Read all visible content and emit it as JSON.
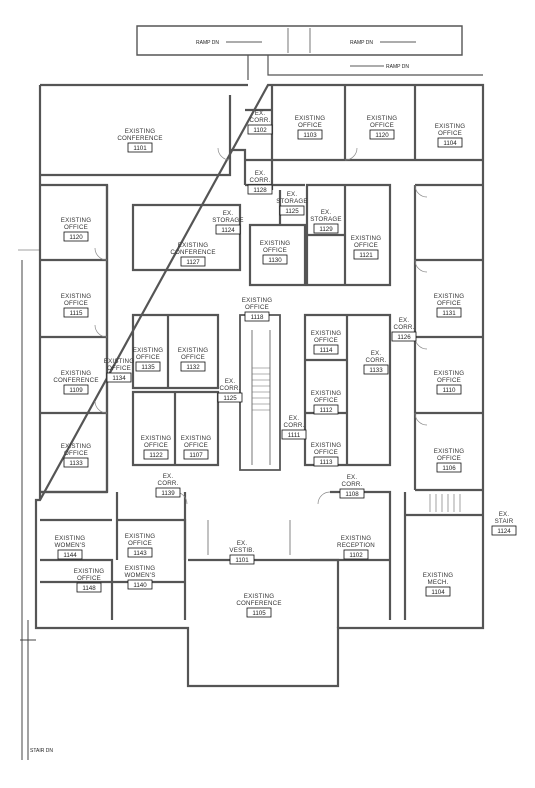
{
  "rooms": [
    {
      "id": "conf-101",
      "name": [
        "EXISTING",
        "CONFERENCE"
      ],
      "number": "1101"
    },
    {
      "id": "corr-102",
      "name": [
        "EX.",
        "CORR."
      ],
      "number": "1102"
    },
    {
      "id": "office-103",
      "name": [
        "EXISTING",
        "OFFICE"
      ],
      "number": "1103"
    },
    {
      "id": "office-120",
      "name": [
        "EXISTING",
        "OFFICE"
      ],
      "number": "1120"
    },
    {
      "id": "office-104",
      "name": [
        "EXISTING",
        "OFFICE"
      ],
      "number": "1104"
    },
    {
      "id": "corr-128",
      "name": [
        "EX.",
        "CORR."
      ],
      "number": "1128"
    },
    {
      "id": "storage-124",
      "name": [
        "EX.",
        "STORAGE"
      ],
      "number": "1124"
    },
    {
      "id": "storage-125",
      "name": [
        "EX.",
        "STORAGE"
      ],
      "number": "1125"
    },
    {
      "id": "conf-127",
      "name": [
        "EXISTING",
        "CONFERENCE"
      ],
      "number": "1127"
    },
    {
      "id": "office-120b",
      "name": [
        "EXISTING",
        "OFFICE"
      ],
      "number": "1120"
    },
    {
      "id": "office-130",
      "name": [
        "EXISTING",
        "OFFICE"
      ],
      "number": "1130"
    },
    {
      "id": "storage-129",
      "name": [
        "EX.",
        "STORAGE"
      ],
      "number": "1129"
    },
    {
      "id": "office-121",
      "name": [
        "EXISTING",
        "OFFICE"
      ],
      "number": "1121"
    },
    {
      "id": "office-118",
      "name": [
        "EXISTING",
        "OFFICE"
      ],
      "number": "1118"
    },
    {
      "id": "office-115",
      "name": [
        "EXISTING",
        "OFFICE"
      ],
      "number": "1115"
    },
    {
      "id": "office-131",
      "name": [
        "EXISTING",
        "OFFICE"
      ],
      "number": "1131"
    },
    {
      "id": "corr-126",
      "name": [
        "EX.",
        "CORR."
      ],
      "number": "1126"
    },
    {
      "id": "office-114",
      "name": [
        "EXISTING",
        "OFFICE"
      ],
      "number": "1114"
    },
    {
      "id": "office-132",
      "name": [
        "EXISTING",
        "OFFICE"
      ],
      "number": "1132"
    },
    {
      "id": "corr-133",
      "name": [
        "EX.",
        "CORR."
      ],
      "number": "1133"
    },
    {
      "id": "office-134",
      "name": [
        "EXISTING",
        "OFFICE"
      ],
      "number": "1134"
    },
    {
      "id": "office-135",
      "name": [
        "EXISTING",
        "OFFICE"
      ],
      "number": "1135"
    },
    {
      "id": "corr-125b",
      "name": [
        "EX.",
        "CORR."
      ],
      "number": "1125"
    },
    {
      "id": "office-110",
      "name": [
        "EXISTING",
        "OFFICE"
      ],
      "number": "1110"
    },
    {
      "id": "conf-109",
      "name": [
        "EXISTING",
        "CONFERENCE"
      ],
      "number": "1109"
    },
    {
      "id": "corr-111",
      "name": [
        "EX.",
        "CORR."
      ],
      "number": "1111"
    },
    {
      "id": "office-112",
      "name": [
        "EXISTING",
        "OFFICE"
      ],
      "number": "1112"
    },
    {
      "id": "office-113",
      "name": [
        "EXISTING",
        "OFFICE"
      ],
      "number": "1113"
    },
    {
      "id": "office-107",
      "name": [
        "EXISTING",
        "OFFICE"
      ],
      "number": "1107"
    },
    {
      "id": "office-133",
      "name": [
        "EXISTING",
        "OFFICE"
      ],
      "number": "1133"
    },
    {
      "id": "office-122",
      "name": [
        "EXISTING",
        "OFFICE"
      ],
      "number": "1122"
    },
    {
      "id": "office-106",
      "name": [
        "EXISTING",
        "OFFICE"
      ],
      "number": "1106"
    },
    {
      "id": "corr-139",
      "name": [
        "EX.",
        "CORR."
      ],
      "number": "1139"
    },
    {
      "id": "corr-108",
      "name": [
        "EX.",
        "CORR."
      ],
      "number": "1108"
    },
    {
      "id": "stair-124",
      "name": [
        "EX.",
        "STAIR"
      ],
      "number": "1124"
    },
    {
      "id": "womens-144",
      "name": [
        "EXISTING",
        "WOMEN'S"
      ],
      "number": "1144"
    },
    {
      "id": "womens-140",
      "name": [
        "EXISTING",
        "WOMEN'S"
      ],
      "number": "1140"
    },
    {
      "id": "vestib-101",
      "name": [
        "EX.",
        "VESTIB."
      ],
      "number": "1101"
    },
    {
      "id": "reception-102",
      "name": [
        "EXISTING",
        "RECEPTION"
      ],
      "number": "1102"
    },
    {
      "id": "office-143",
      "name": [
        "EXISTING",
        "OFFICE"
      ],
      "number": "1143"
    },
    {
      "id": "office-148",
      "name": [
        "EXISTING",
        "OFFICE"
      ],
      "number": "1148"
    },
    {
      "id": "mech-104",
      "name": [
        "EXISTING",
        "MECH."
      ],
      "number": "1104"
    },
    {
      "id": "conf-105",
      "name": [
        "EXISTING",
        "CONFERENCE"
      ],
      "number": "1105"
    }
  ],
  "notes": {
    "top_left": "RAMP DN",
    "top_right": "RAMP DN",
    "top_far": "RAMP DN",
    "bottom_left": "STAIR DN"
  }
}
